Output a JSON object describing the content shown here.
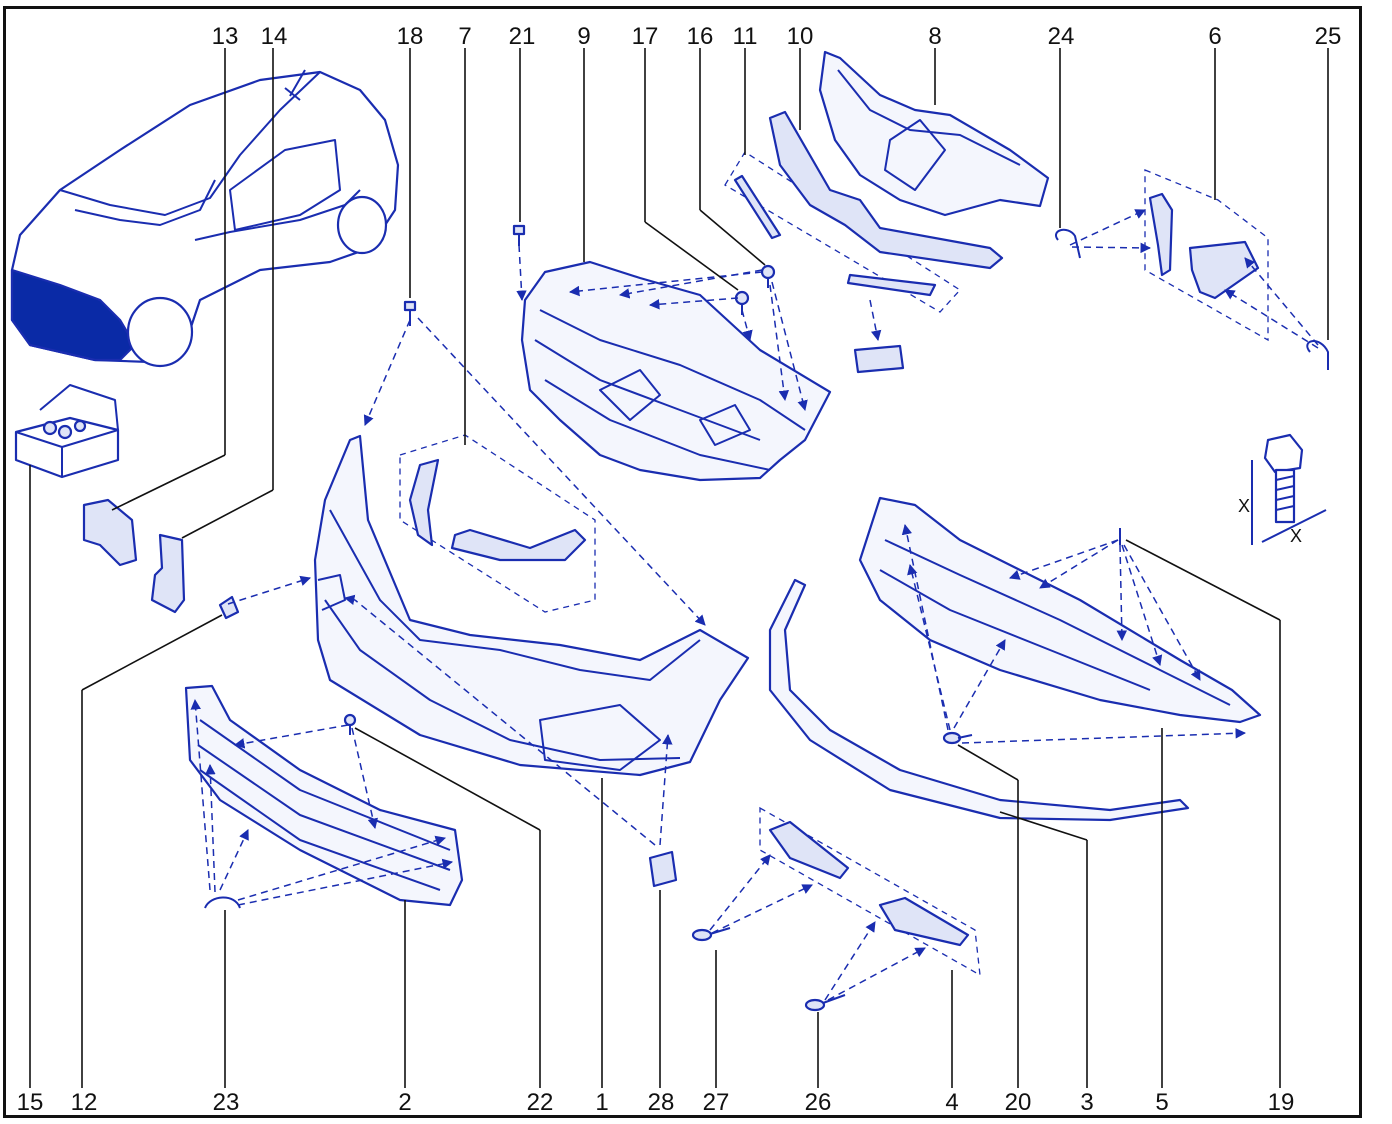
{
  "diagram": {
    "accent_color": "#1a2db0",
    "highlight_color": "#0a2aa6",
    "top_labels": [
      "13",
      "14",
      "18",
      "7",
      "21",
      "9",
      "17",
      "16",
      "11",
      "10",
      "8",
      "24",
      "6",
      "25"
    ],
    "bottom_labels": [
      "15",
      "12",
      "23",
      "2",
      "22",
      "1",
      "28",
      "27",
      "26",
      "4",
      "20",
      "3",
      "5",
      "19"
    ],
    "dimension_marks": [
      "X",
      "X"
    ]
  }
}
